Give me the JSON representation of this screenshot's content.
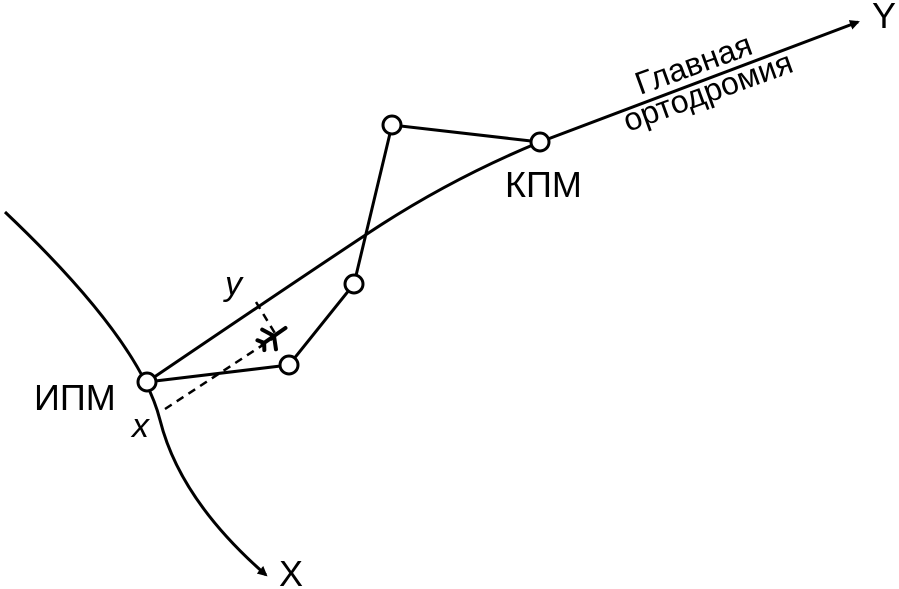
{
  "labels": {
    "axis_x": "X",
    "axis_y": "Y",
    "start_point": "ИПМ",
    "end_point": "КПМ",
    "main_orthodrome_line1": "Главная",
    "main_orthodrome_line2": "ортодромия",
    "coord_x": "x",
    "coord_y": "y"
  },
  "colors": {
    "stroke": "#000000",
    "background": "#ffffff"
  },
  "icons": {
    "aircraft": "airplane-icon"
  }
}
